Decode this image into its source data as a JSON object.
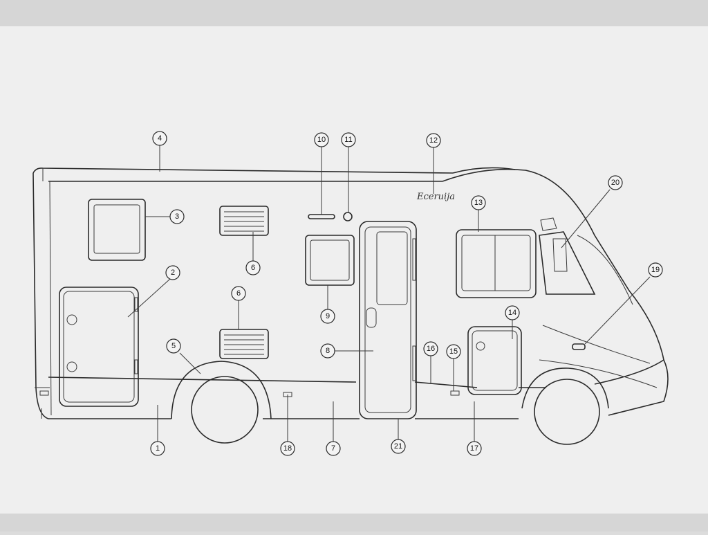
{
  "diagram": {
    "brand_script": "Eceruija",
    "callouts": [
      {
        "id": "c1",
        "label": "1"
      },
      {
        "id": "c2",
        "label": "2"
      },
      {
        "id": "c3",
        "label": "3"
      },
      {
        "id": "c4",
        "label": "4"
      },
      {
        "id": "c5",
        "label": "5"
      },
      {
        "id": "c6a",
        "label": "6"
      },
      {
        "id": "c6b",
        "label": "6"
      },
      {
        "id": "c7",
        "label": "7"
      },
      {
        "id": "c8",
        "label": "8"
      },
      {
        "id": "c9",
        "label": "9"
      },
      {
        "id": "c10",
        "label": "10"
      },
      {
        "id": "c11",
        "label": "11"
      },
      {
        "id": "c12",
        "label": "12"
      },
      {
        "id": "c13",
        "label": "13"
      },
      {
        "id": "c14",
        "label": "14"
      },
      {
        "id": "c15",
        "label": "15"
      },
      {
        "id": "c16",
        "label": "16"
      },
      {
        "id": "c17",
        "label": "17"
      },
      {
        "id": "c18",
        "label": "18"
      },
      {
        "id": "c19",
        "label": "19"
      },
      {
        "id": "c20",
        "label": "20"
      },
      {
        "id": "c21",
        "label": "21"
      }
    ]
  },
  "colors": {
    "paper": "#f1f1f1",
    "ink": "#2a2a2a",
    "screen_border": "#d2d2d2"
  }
}
